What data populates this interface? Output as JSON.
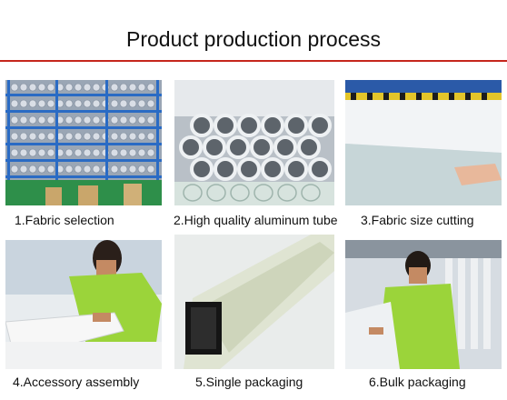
{
  "page": {
    "title": "Product production process"
  },
  "steps": [
    {
      "caption": "1.Fabric selection",
      "scene": "fabric-rolls-shelf"
    },
    {
      "caption": "2.High quality aluminum tube",
      "scene": "aluminum-tubes"
    },
    {
      "caption": "3.Fabric size cutting",
      "scene": "cutting-machine"
    },
    {
      "caption": "4.Accessory assembly",
      "scene": "worker-assembly"
    },
    {
      "caption": "5.Single packaging",
      "scene": "packaged-blind"
    },
    {
      "caption": "6.Bulk packaging",
      "scene": "worker-bulk-packing"
    }
  ],
  "colors": {
    "accent_line": "#c5261c",
    "shirt": "#9bd43a",
    "shelf": "#2a6bc4"
  }
}
